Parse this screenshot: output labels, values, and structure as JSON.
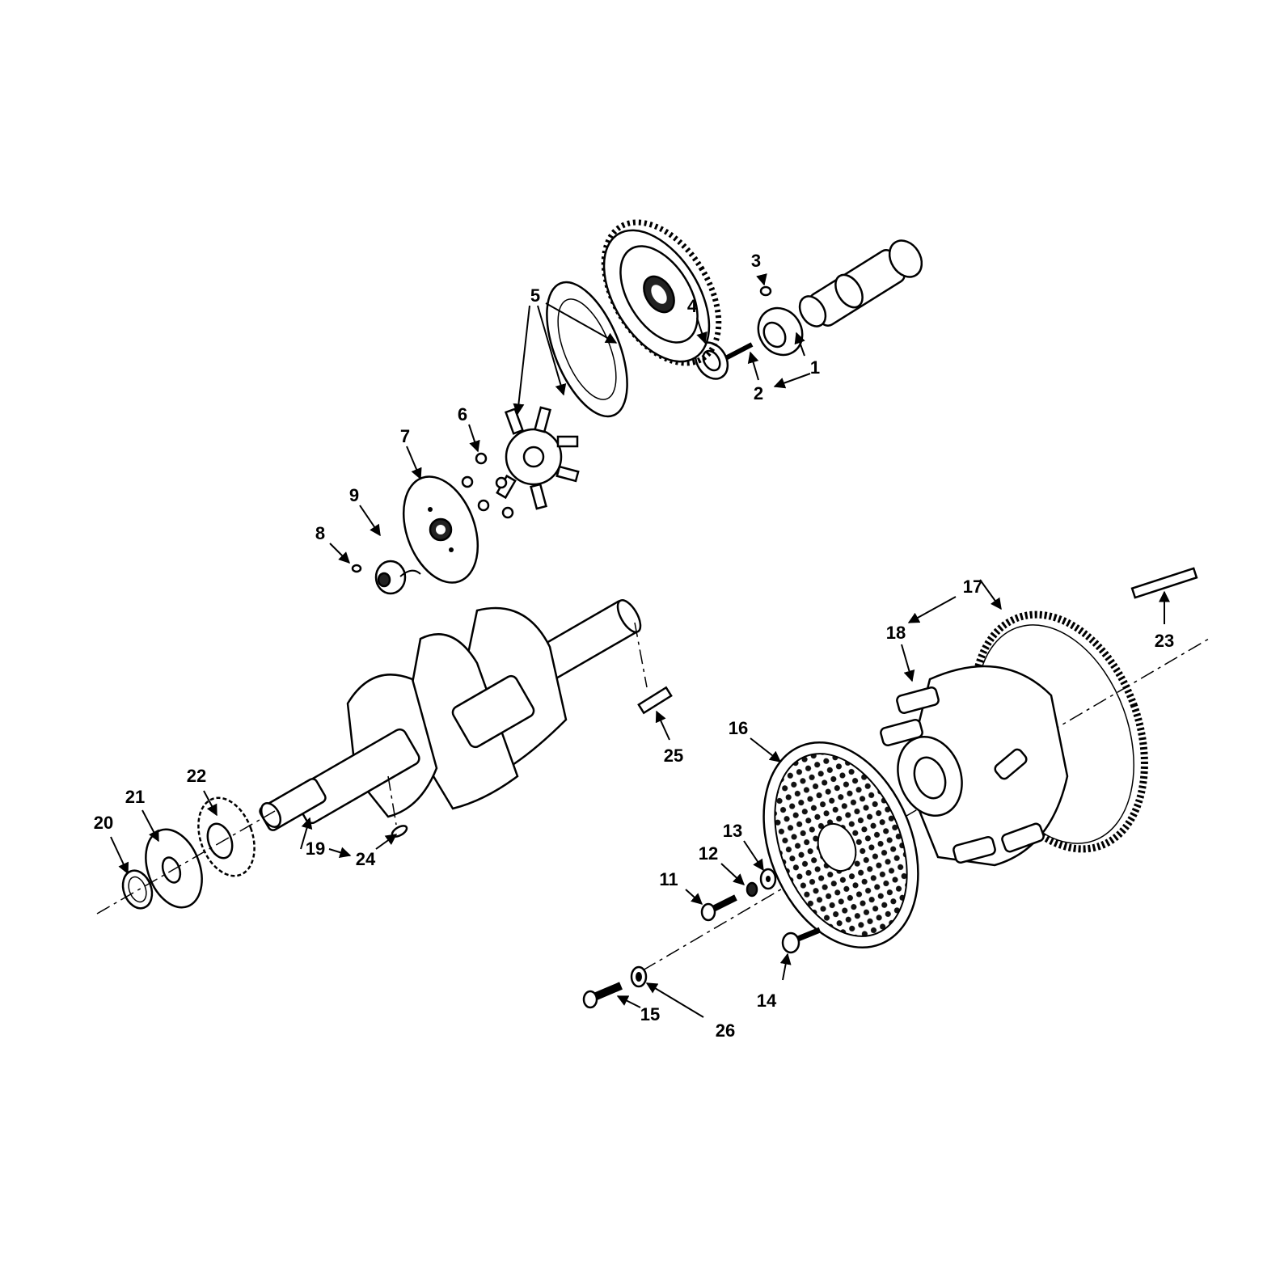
{
  "callouts": [
    {
      "id": "1",
      "label": "1"
    },
    {
      "id": "2",
      "label": "2"
    },
    {
      "id": "3",
      "label": "3"
    },
    {
      "id": "4",
      "label": "4"
    },
    {
      "id": "5",
      "label": "5"
    },
    {
      "id": "6",
      "label": "6"
    },
    {
      "id": "7",
      "label": "7"
    },
    {
      "id": "8",
      "label": "8"
    },
    {
      "id": "9",
      "label": "9"
    },
    {
      "id": "11",
      "label": "11"
    },
    {
      "id": "12",
      "label": "12"
    },
    {
      "id": "13",
      "label": "13"
    },
    {
      "id": "14",
      "label": "14"
    },
    {
      "id": "15",
      "label": "15"
    },
    {
      "id": "16",
      "label": "16"
    },
    {
      "id": "17",
      "label": "17"
    },
    {
      "id": "18",
      "label": "18"
    },
    {
      "id": "19",
      "label": "19"
    },
    {
      "id": "20",
      "label": "20"
    },
    {
      "id": "21",
      "label": "21"
    },
    {
      "id": "22",
      "label": "22"
    },
    {
      "id": "23",
      "label": "23"
    },
    {
      "id": "24",
      "label": "24"
    },
    {
      "id": "25",
      "label": "25"
    },
    {
      "id": "26",
      "label": "26"
    }
  ]
}
